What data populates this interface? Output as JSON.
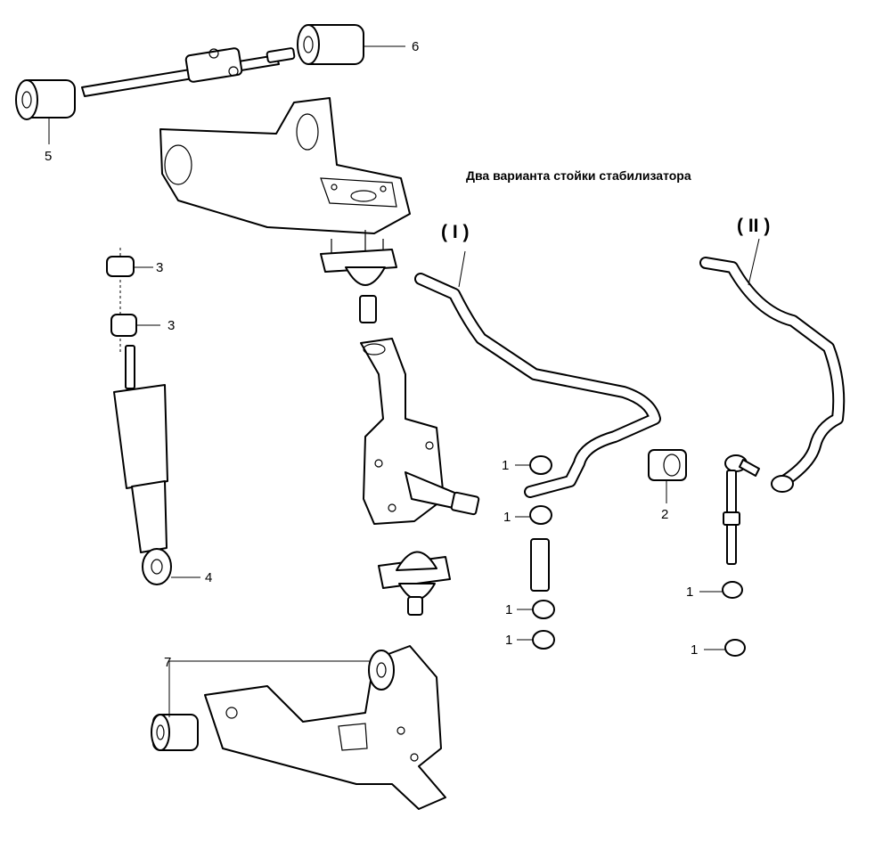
{
  "caption": "Два варианта стойки стабилизатора",
  "variants": {
    "first": "( I )",
    "second": "( II )"
  },
  "callouts": {
    "c1": "1",
    "c2": "2",
    "c3": "3",
    "c4": "4",
    "c5": "5",
    "c6": "6",
    "c7": "7"
  }
}
